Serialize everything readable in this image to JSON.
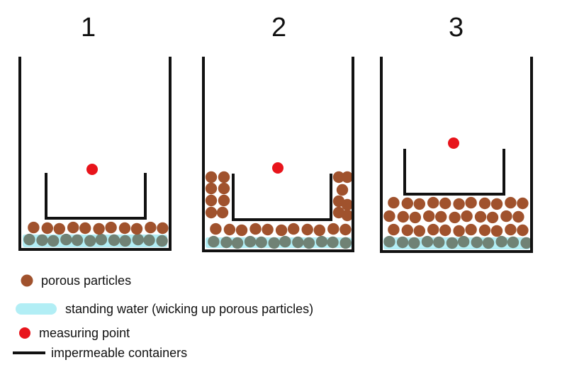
{
  "panels": [
    {
      "number": "1"
    },
    {
      "number": "2"
    },
    {
      "number": "3"
    }
  ],
  "legend": {
    "porous_particles": "porous particles",
    "standing_water": "standing water (wicking up porous particles)",
    "measuring_point": "measuring point",
    "impermeable_containers": "impermeable containers"
  },
  "colors": {
    "particle": "#a0522d",
    "wet_particle": "#708275",
    "water": "#b2eef5",
    "measuring_point": "#e8141b",
    "container": "#111111"
  }
}
